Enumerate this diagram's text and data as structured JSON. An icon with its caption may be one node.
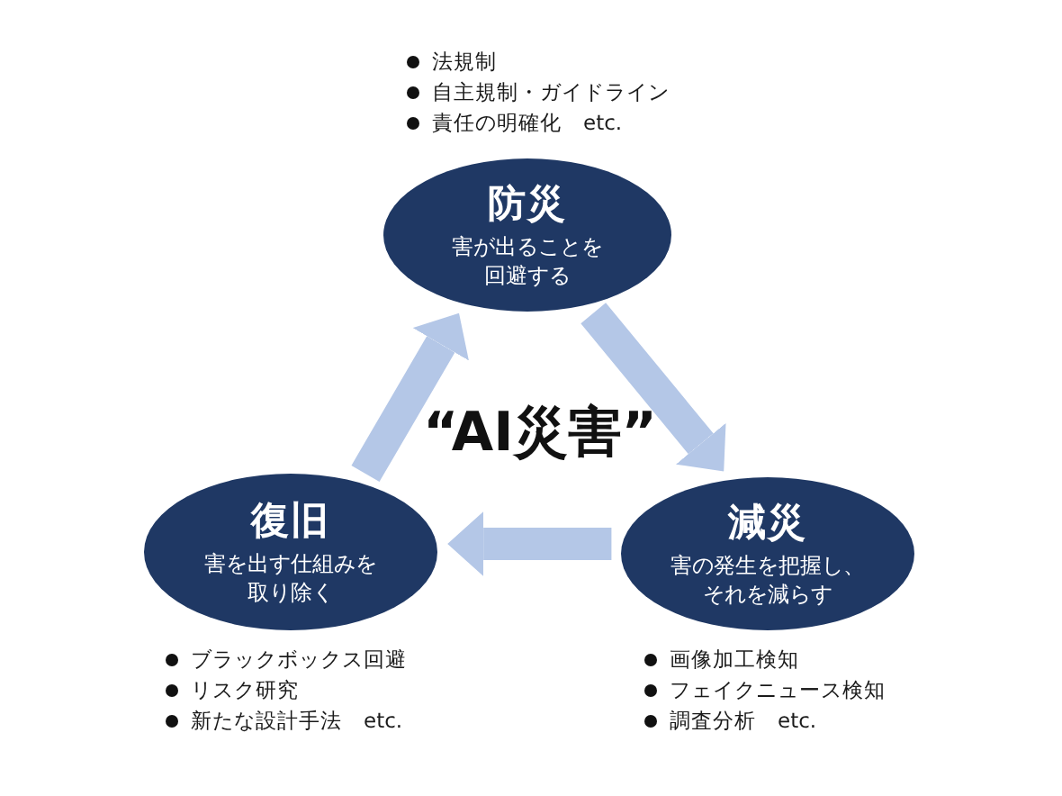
{
  "diagram": {
    "nodes": [
      {
        "text": [
          "防災",
          "害が出ることを回避する"
        ],
        "beside": [
          "法規制",
          "自主規制・ガイドライン",
          "責任の明確化　etc."
        ]
      },
      {
        "text": [
          "復旧",
          "害を出す仕組みを取り除く"
        ],
        "beside": [
          "ブラックボックス回避",
          "リスク研究",
          "新たな設計手法　etc."
        ]
      },
      {
        "text": [
          "減災",
          "害の発生を把握し、それを減らす"
        ],
        "beside": [
          "画像加工検知",
          "フェイクニュース検知",
          "調査分析　etc."
        ]
      }
    ],
    "edges": [
      {
        "from": 0,
        "to": 2,
        "arrow": "to"
      },
      {
        "from": 2,
        "to": 1,
        "arrow": "to"
      },
      {
        "from": 1,
        "to": 0,
        "arrow": "to"
      }
    ],
    "labels": [
      "“AI災害”"
    ]
  }
}
